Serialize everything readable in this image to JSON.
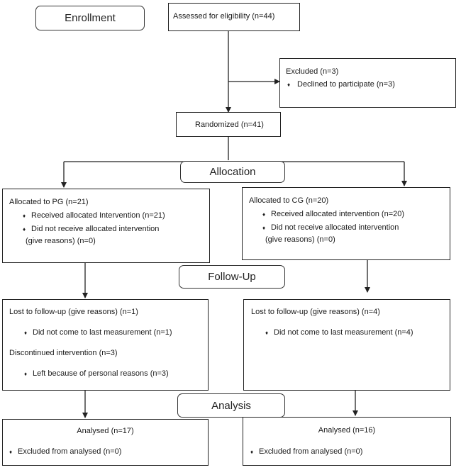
{
  "stages": {
    "enrollment": "Enrollment",
    "allocation": "Allocation",
    "follow_up": "Follow-Up",
    "analysis": "Analysis"
  },
  "assessed": "Assessed for eligibility (n=44)",
  "excluded": {
    "title": "Excluded (n=3)",
    "items": [
      "Declined to participate (n=3)"
    ]
  },
  "randomized": "Randomized (n=41)",
  "allocated_pg": {
    "title": "Allocated to PG (n=21)",
    "items": [
      "Received allocated Intervention (n=21)",
      "Did not receive allocated intervention"
    ],
    "continuation": "(give reasons) (n=0)"
  },
  "allocated_cg": {
    "title": "Allocated to CG (n=20)",
    "items": [
      "Received allocated intervention (n=20)",
      "Did not receive allocated intervention"
    ],
    "continuation": "(give reasons) (n=0)"
  },
  "followup_pg": {
    "lost": "Lost to follow-up (give reasons) (n=1)",
    "lost_item": "Did not come to last measurement (n=1)",
    "discontinued": "Discontinued intervention (n=3)",
    "discontinued_item": "Left because of personal reasons (n=3)"
  },
  "followup_cg": {
    "lost": "Lost to follow-up (give reasons) (n=4)",
    "lost_item": "Did not come to last measurement (n=4)"
  },
  "analysis_pg": {
    "title": "Analysed (n=17)",
    "item": "Excluded from analysed (n=0)"
  },
  "analysis_cg": {
    "title": "Analysed (n=16)",
    "item": "Excluded from analysed (n=0)"
  },
  "bullet": "♦",
  "colors": {
    "line": "#222222",
    "border": "#222222",
    "text": "#1a1a1a"
  }
}
